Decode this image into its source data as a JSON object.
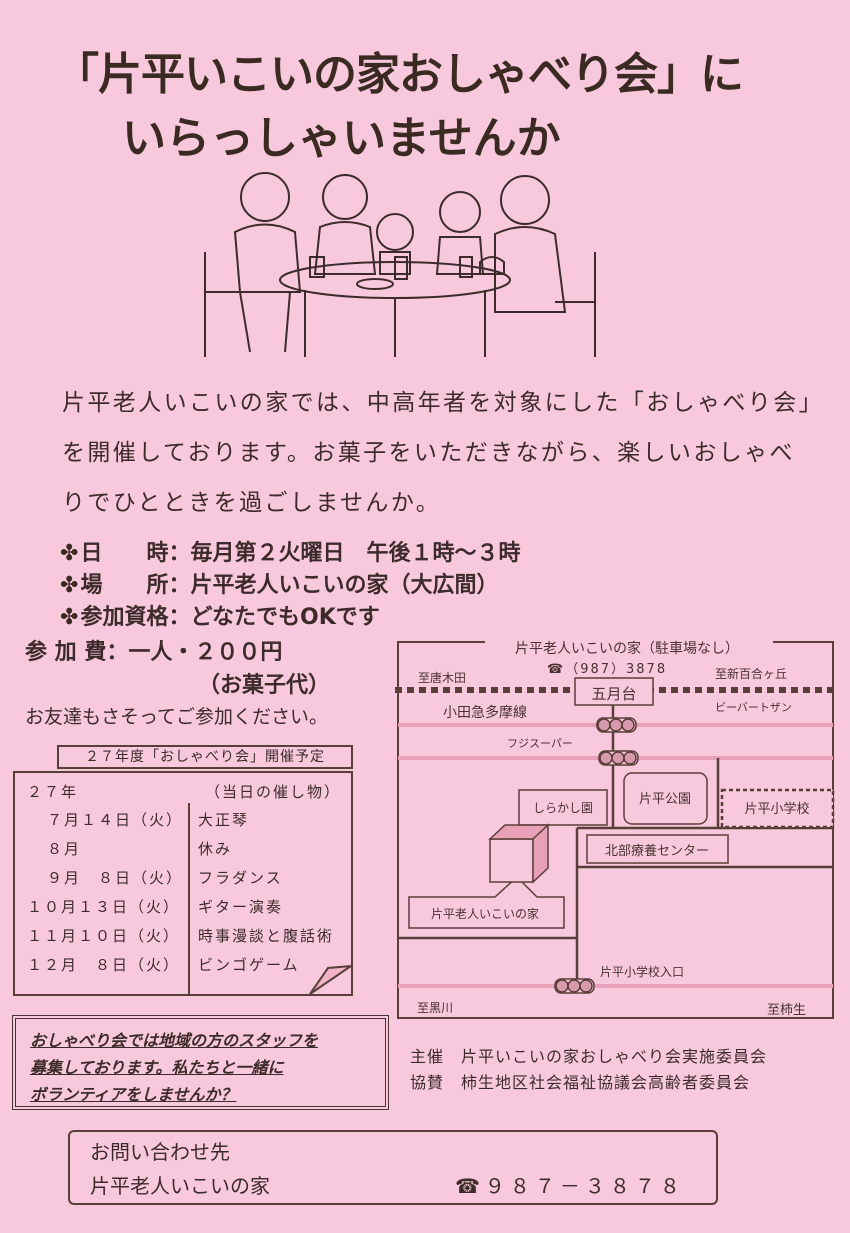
{
  "title": {
    "line1": "「片平いこいの家おしゃべり会」に",
    "line2": "いらっしゃいませんか"
  },
  "intro": [
    "片平老人いこいの家では、中高年者を対象にした「おしゃべり会」",
    "を開催しております。お菓子をいただきながら、楽しいおしゃべ",
    "りでひとときを過ごしませんか。"
  ],
  "info": [
    {
      "label": "日　　時",
      "value": "：毎月第２火曜日　午後１時～３時"
    },
    {
      "label": "場　　所",
      "value": "：片平老人いこいの家（大広間）"
    },
    {
      "label": "参加資格",
      "value": "：どなたでもOKです"
    }
  ],
  "fee": {
    "label": "参 加 費",
    "value": "：一人・２００円",
    "note": "（お菓子代）"
  },
  "invite": "お友達もさそってご参加ください。",
  "schedule": {
    "title": "２７年度「おしゃべり会」開催予定",
    "year": "２７年",
    "event_header": "（当日の催し物）",
    "rows": [
      {
        "date": "７月１４日（火）",
        "event": "大正琴"
      },
      {
        "date": "８月",
        "event": "休み"
      },
      {
        "date": "９月　８日（火）",
        "event": "フラダンス"
      },
      {
        "date": "１０月１３日（火）",
        "event": "ギター演奏"
      },
      {
        "date": "１１月１０日（火）",
        "event": "時事漫談と腹話術"
      },
      {
        "date": "１２月　８日（火）",
        "event": "ビンゴゲーム"
      }
    ]
  },
  "volunteer": [
    "おしゃべり会では地域の方のスタッフを",
    "募集しております。私たちと一緒に",
    "ボランティアをしませんか？"
  ],
  "map": {
    "title": "片平老人いこいの家（駐車場なし）",
    "phone": "☎（987）3878",
    "to_karakida": "至唐木田",
    "to_shinyurigaoka": "至新百合ヶ丘",
    "station": "五月台",
    "railway": "小田急多摩線",
    "beaver": "ビーバートザン",
    "fuji": "フジスーパー",
    "park": "片平公園",
    "school": "片平小学校",
    "shirakashi": "しらかし園",
    "center": "北部療養センター",
    "house": "片平老人いこいの家",
    "school_entrance": "片平小学校入口",
    "to_kurokawa": "至黒川",
    "to_kakio": "至柿生"
  },
  "organizers": {
    "host_label": "主催",
    "host": "片平いこいの家おしゃべり会実施委員会",
    "support_label": "協賛",
    "support": "柿生地区社会福祉協議会高齢者委員会"
  },
  "contact": {
    "label": "お問い合わせ先",
    "name": "片平老人いこいの家",
    "phone": "☎９８７－３８７８"
  },
  "colors": {
    "background": "#f8c9dc",
    "ink": "#3d2b2b",
    "road": "#e8a0b8"
  }
}
